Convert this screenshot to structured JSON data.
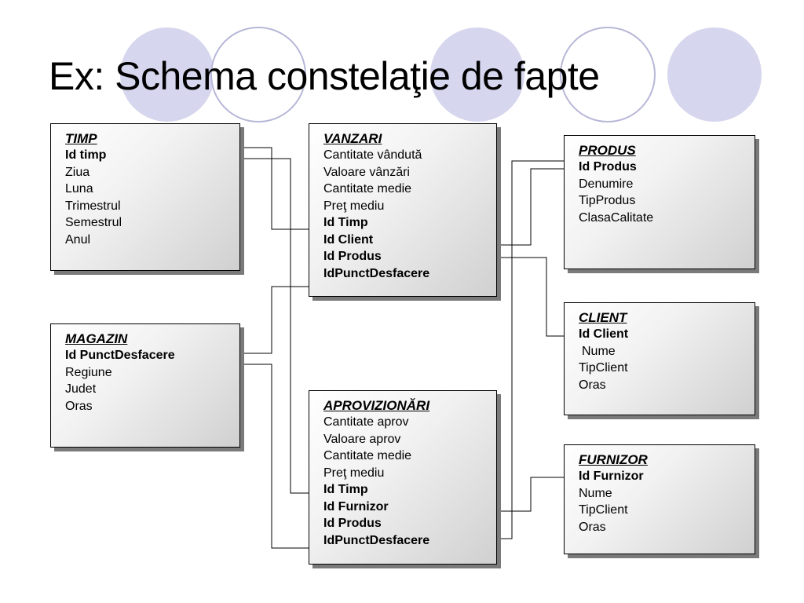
{
  "slide": {
    "title": "Ex: Schema constelaţie de fapte",
    "accent_colors": {
      "circle_fill": "#d6d6ee",
      "circle_stroke": "#b7b7d8"
    }
  },
  "tables": {
    "timp": {
      "name": "TIMP",
      "fields": [
        {
          "label": "Id timp",
          "key": true
        },
        {
          "label": "Ziua",
          "key": false
        },
        {
          "label": "Luna",
          "key": false
        },
        {
          "label": "Trimestrul",
          "key": false
        },
        {
          "label": "Semestrul",
          "key": false
        },
        {
          "label": "Anul",
          "key": false
        }
      ]
    },
    "vanzari": {
      "name": "VANZARI",
      "fields": [
        {
          "label": "Cantitate vândută",
          "key": false
        },
        {
          "label": "Valoare vânzări",
          "key": false
        },
        {
          "label": "Cantitate medie",
          "key": false
        },
        {
          "label": "Preţ mediu",
          "key": false
        },
        {
          "label": "Id Timp",
          "key": true
        },
        {
          "label": "Id Client",
          "key": true
        },
        {
          "label": "Id Produs",
          "key": true
        },
        {
          "label": "IdPunctDesfacere",
          "key": true
        }
      ]
    },
    "produs": {
      "name": "PRODUS",
      "fields": [
        {
          "label": "Id Produs",
          "key": true
        },
        {
          "label": "Denumire",
          "key": false
        },
        {
          "label": "TipProdus",
          "key": false
        },
        {
          "label": "ClasaCalitate",
          "key": false
        }
      ]
    },
    "magazin": {
      "name": "MAGAZIN",
      "fields": [
        {
          "label": "Id PunctDesfacere",
          "key": true
        },
        {
          "label": "Regiune",
          "key": false
        },
        {
          "label": "Judet",
          "key": false
        },
        {
          "label": "Oras",
          "key": false
        }
      ]
    },
    "client": {
      "name": "CLIENT",
      "fields": [
        {
          "label": "Id Client",
          "key": true
        },
        {
          "label": "Nume",
          "key": false
        },
        {
          "label": "TipClient",
          "key": false
        },
        {
          "label": "Oras",
          "key": false
        }
      ]
    },
    "aprovizionari": {
      "name": "APROVIZIONĂRI",
      "fields": [
        {
          "label": "Cantitate aprov",
          "key": false
        },
        {
          "label": "Valoare aprov",
          "key": false
        },
        {
          "label": "Cantitate medie",
          "key": false
        },
        {
          "label": "Preţ mediu",
          "key": false
        },
        {
          "label": "Id Timp",
          "key": true
        },
        {
          "label": "Id Furnizor",
          "key": true
        },
        {
          "label": "Id Produs",
          "key": true
        },
        {
          "label": "IdPunctDesfacere",
          "key": true
        }
      ]
    },
    "furnizor": {
      "name": "FURNIZOR",
      "fields": [
        {
          "label": "Id Furnizor",
          "key": true
        },
        {
          "label": "Nume",
          "key": false
        },
        {
          "label": "TipClient",
          "key": false
        },
        {
          "label": "Oras",
          "key": false
        }
      ]
    }
  }
}
